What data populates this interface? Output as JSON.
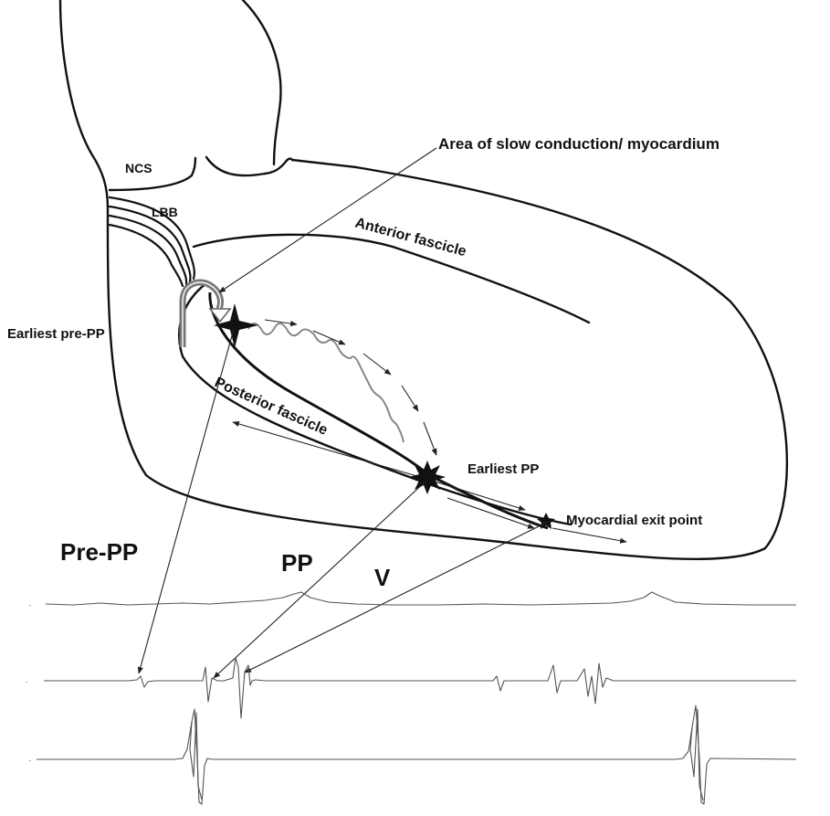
{
  "labels": {
    "ncs": "NCS",
    "lbb": "LBB",
    "anterior_fascicle": "Anterior fascicle",
    "posterior_fascicle": "Posterior fascicle",
    "slow_conduction": "Area of slow conduction/ myocardium",
    "earliest_pre_pp": "Earliest pre-PP",
    "earliest_pp": "Earliest PP",
    "myocardial_exit": "Myocardial exit point",
    "pre_pp": "Pre-PP",
    "pp": "PP",
    "v": "V"
  },
  "colors": {
    "outline": "#111111",
    "trace": "#555555",
    "background": "#ffffff"
  }
}
